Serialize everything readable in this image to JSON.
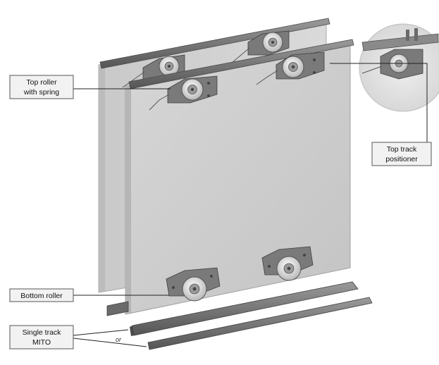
{
  "labels": {
    "top_roller_line1": "Top roller",
    "top_roller_line2": "with spring",
    "top_track_line1": "Top track",
    "top_track_line2": "positioner",
    "bottom_roller": "Bottom roller",
    "single_track_line1": "Single track",
    "single_track_line2": "MITO",
    "or": "or"
  },
  "colors": {
    "panel_back": "#d4d4d4",
    "panel_front": "#cfcfcf",
    "panel_edge": "#b4b4b4",
    "track": "#6e6e6e",
    "roller_plate": "#7a7a7a",
    "wheel": "#e6e6e6",
    "callout_fill": "#f2f2f2"
  }
}
